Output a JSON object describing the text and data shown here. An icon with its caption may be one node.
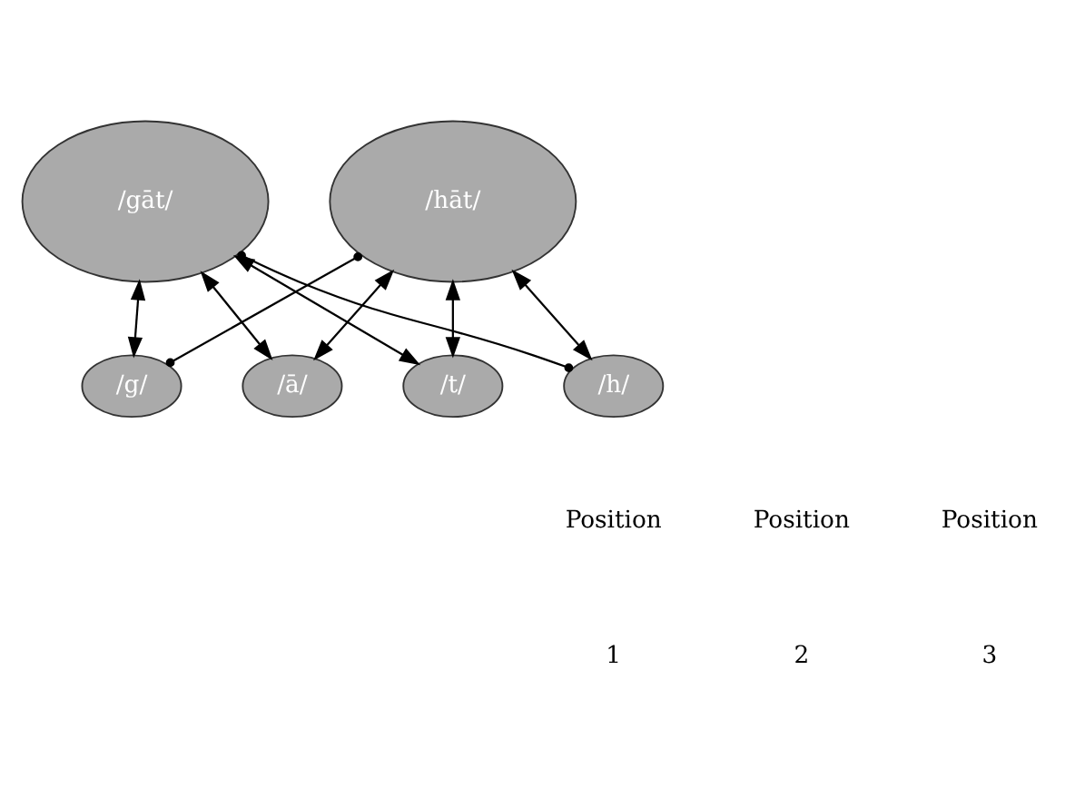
{
  "diagram": {
    "nodes": [
      {
        "text": [
          "/gāt/"
        ]
      },
      {
        "text": [
          "/hāt/"
        ]
      },
      {
        "text": [
          "/g/"
        ]
      },
      {
        "text": [
          "/ā/"
        ]
      },
      {
        "text": [
          "/t/"
        ]
      },
      {
        "text": [
          "/h/"
        ]
      }
    ],
    "edges": [
      {
        "from": 0,
        "to": 5,
        "arrow": "other"
      },
      {
        "from": 0,
        "to": 2,
        "arrow": "both"
      },
      {
        "from": 0,
        "to": 3,
        "arrow": "both"
      },
      {
        "from": 0,
        "to": 4,
        "arrow": "both"
      },
      {
        "from": 1,
        "to": 2,
        "arrow": "other"
      },
      {
        "from": 1,
        "to": 3,
        "arrow": "both"
      },
      {
        "from": 1,
        "to": 4,
        "arrow": "both"
      },
      {
        "from": 1,
        "to": 5,
        "arrow": "both"
      }
    ],
    "labels": [
      "Position",
      "Position",
      "Position",
      "1",
      "2",
      "3"
    ]
  }
}
